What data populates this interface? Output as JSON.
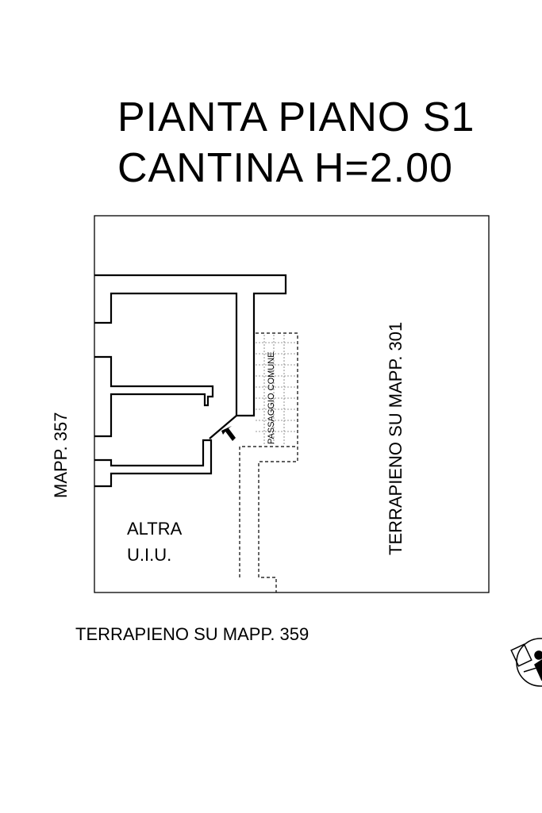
{
  "title": {
    "line1": "PIANTA PIANO S1",
    "line2": "CANTINA H=2.00"
  },
  "labels": {
    "left_neighbour": "MAPP. 357",
    "right_neighbour": "TERRAPIENO SU MAPP. 301",
    "bottom_neighbour": "TERRAPIENO SU MAPP. 359",
    "other_unit_line1": "ALTRA",
    "other_unit_line2": "U.I.U.",
    "shared_passage": "PASSAGGIO COMUNE"
  },
  "colors": {
    "ink": "#000000",
    "paper": "#ffffff"
  },
  "icons": {
    "entrance": "entrance-arrow-icon",
    "north": "north-arrow-icon"
  }
}
